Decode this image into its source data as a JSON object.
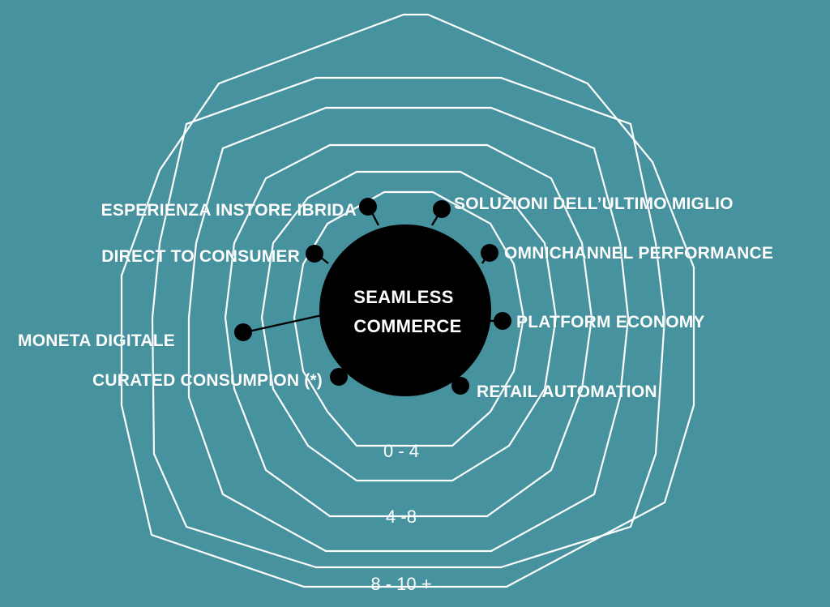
{
  "center": {
    "line1": "SEAMLESS",
    "line2": "COMMERCE"
  },
  "topics": [
    {
      "label": "ESPERIENZA INSTORE IBRIDA"
    },
    {
      "label": "SOLUZIONI DELL’ULTIMO MIGLIO"
    },
    {
      "label": "DIRECT TO CONSUMER"
    },
    {
      "label": "OMNICHANNEL PERFORMANCE"
    },
    {
      "label": "PLATFORM ECONOMY"
    },
    {
      "label": "MONETA DIGITALE"
    },
    {
      "label": "CURATED CONSUMPION (*)"
    },
    {
      "label": "RETAIL AUTOMATION"
    }
  ],
  "ranges": [
    {
      "label": "0 - 4"
    },
    {
      "label": "4 -8"
    },
    {
      "label": "8 - 10 +"
    }
  ],
  "colors": {
    "background": "#46939f",
    "ring_stroke": "#ffffff",
    "hub": "#000000",
    "text": "#ffffff"
  }
}
